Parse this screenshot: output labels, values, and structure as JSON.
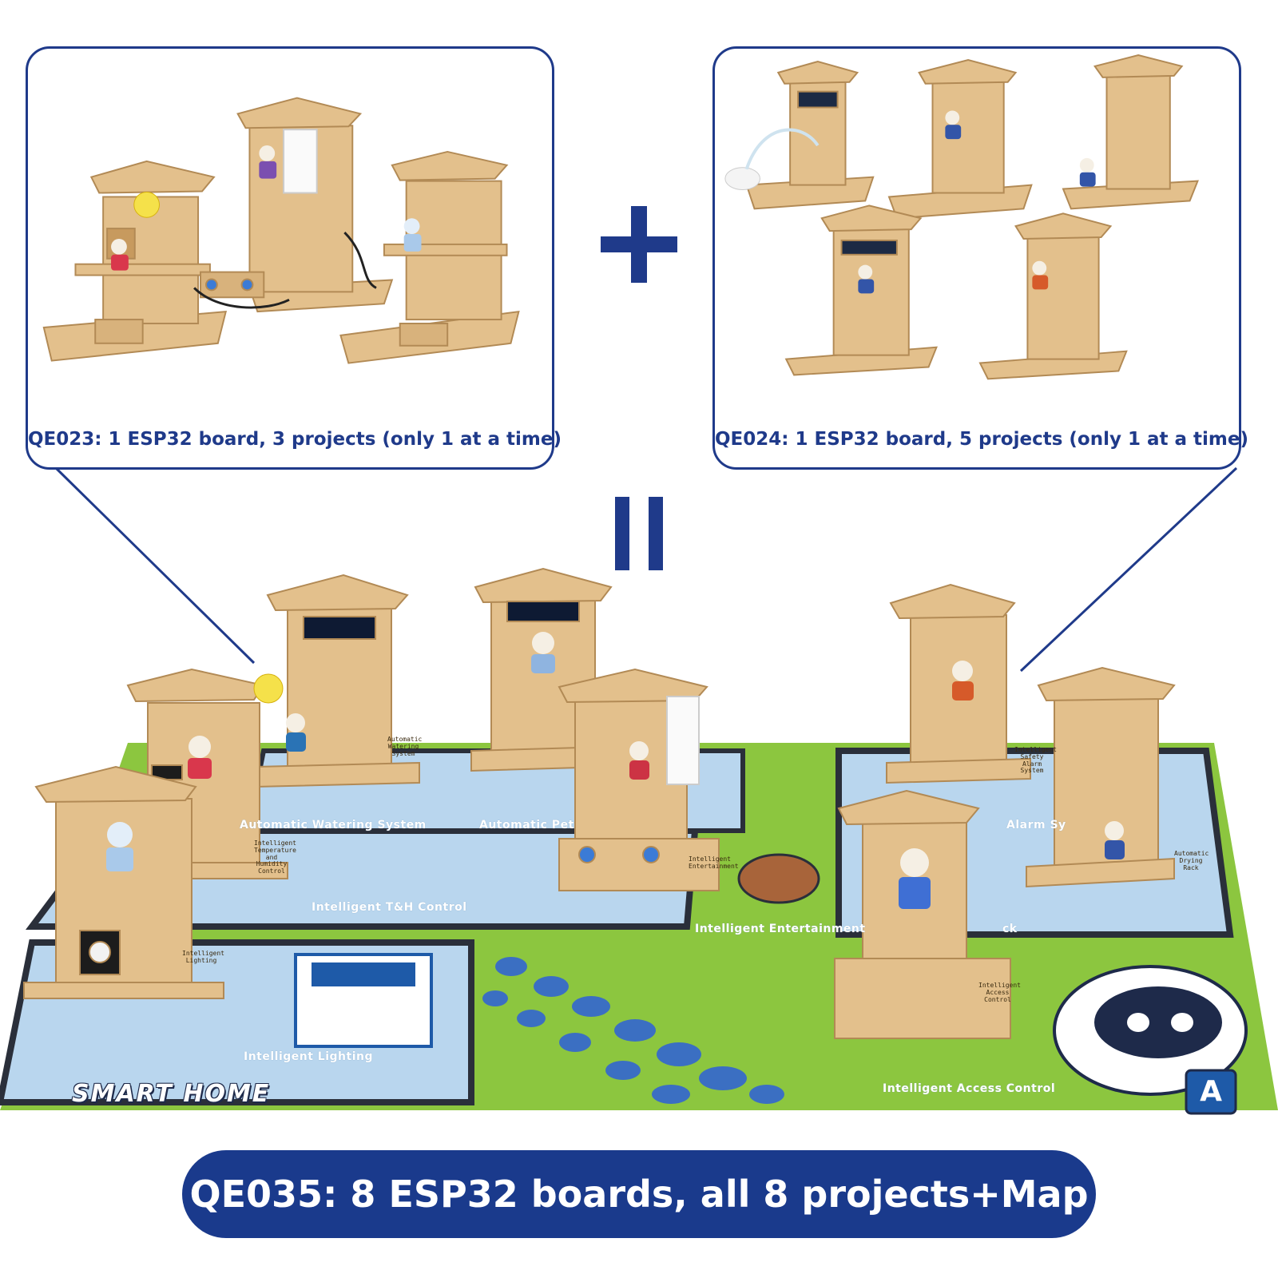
{
  "panels": {
    "left_caption": "QE023: 1 ESP32 board, 3 projects (only 1 at a time)",
    "right_caption": "QE024: 1 ESP32 board, 5 projects (only 1 at a time)"
  },
  "operators": {
    "plus": "+",
    "equals": "="
  },
  "map": {
    "brand": "SMART HOME",
    "zones": {
      "watering": "Automatic Watering System",
      "pet": "Automatic Pet",
      "th_control": "Intelligent T&H Control",
      "entertainment": "Intelligent Entertainment",
      "lighting": "Intelligent Lighting",
      "access_control": "Intelligent Access Control",
      "alarm": "Alarm Sy",
      "rack": "ck"
    },
    "board_labels": {
      "watering": "Automatic Watering System",
      "th": "Intelligent Temperature and Humidity Control",
      "lighting": "Intelligent Lighting",
      "entertainment": "Intelligent Entertainment",
      "alarm": "Intelligent Safety Alarm System",
      "drying": "Automatic Drying Rack",
      "access": "Intelligent Access Control"
    },
    "mascot_badge": "A"
  },
  "banner": {
    "text": "QE035: 8 ESP32 boards, all 8 projects+Map"
  },
  "colors": {
    "navy": "#1f3a8a",
    "banner": "#1a3a8c",
    "wood": "#e3c08c",
    "grass": "#8cc63f",
    "floor": "#b9d6ee",
    "wall": "#2a2f3a"
  }
}
